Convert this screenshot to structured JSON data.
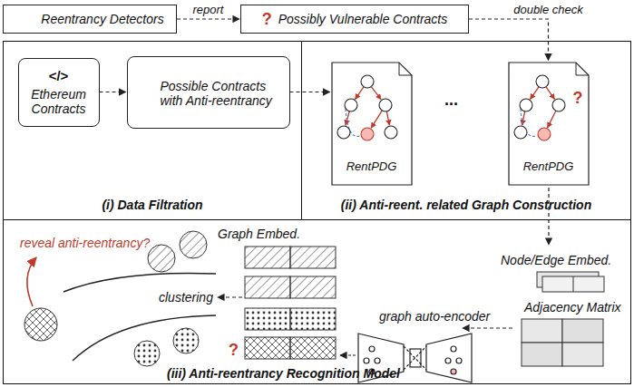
{
  "diagram": {
    "nodes": [
      {
        "text": [
          "Reentrancy Detectors"
        ]
      },
      {
        "text": [
          "?",
          "Possibly Vulnerable Contracts"
        ]
      },
      {
        "text": [
          "(i) Data Filtration"
        ]
      },
      {
        "text": [
          "</>",
          "Ethereum Contracts"
        ],
        "in": 2
      },
      {
        "text": [
          "Possible Contracts with Anti-reentrancy"
        ],
        "in": 2
      },
      {
        "text": [
          "(ii) Anti-reent. related Graph Construction"
        ]
      },
      {
        "text": [
          "RentPDG"
        ],
        "in": 5
      },
      {
        "text": [
          "?",
          "RentPDG"
        ],
        "in": 5
      },
      {
        "text": [
          "(iii) Anti-reentrancy Recognition Model"
        ]
      }
    ],
    "edges": [
      {
        "from": 0,
        "to": 1,
        "arrow": "to",
        "label": "report"
      },
      {
        "from": 1,
        "to": 7,
        "arrow": "to",
        "label": "double check"
      },
      {
        "from": 3,
        "to": 4,
        "arrow": "to"
      },
      {
        "from": 4,
        "to": 6,
        "arrow": "to"
      }
    ],
    "labels": [
      "...",
      "Node/Edge Embed.",
      "Adjacency Matrix",
      "graph auto-encoder",
      "Graph Embed.",
      "?",
      "clustering",
      "reveal anti-reentrancy?"
    ]
  }
}
